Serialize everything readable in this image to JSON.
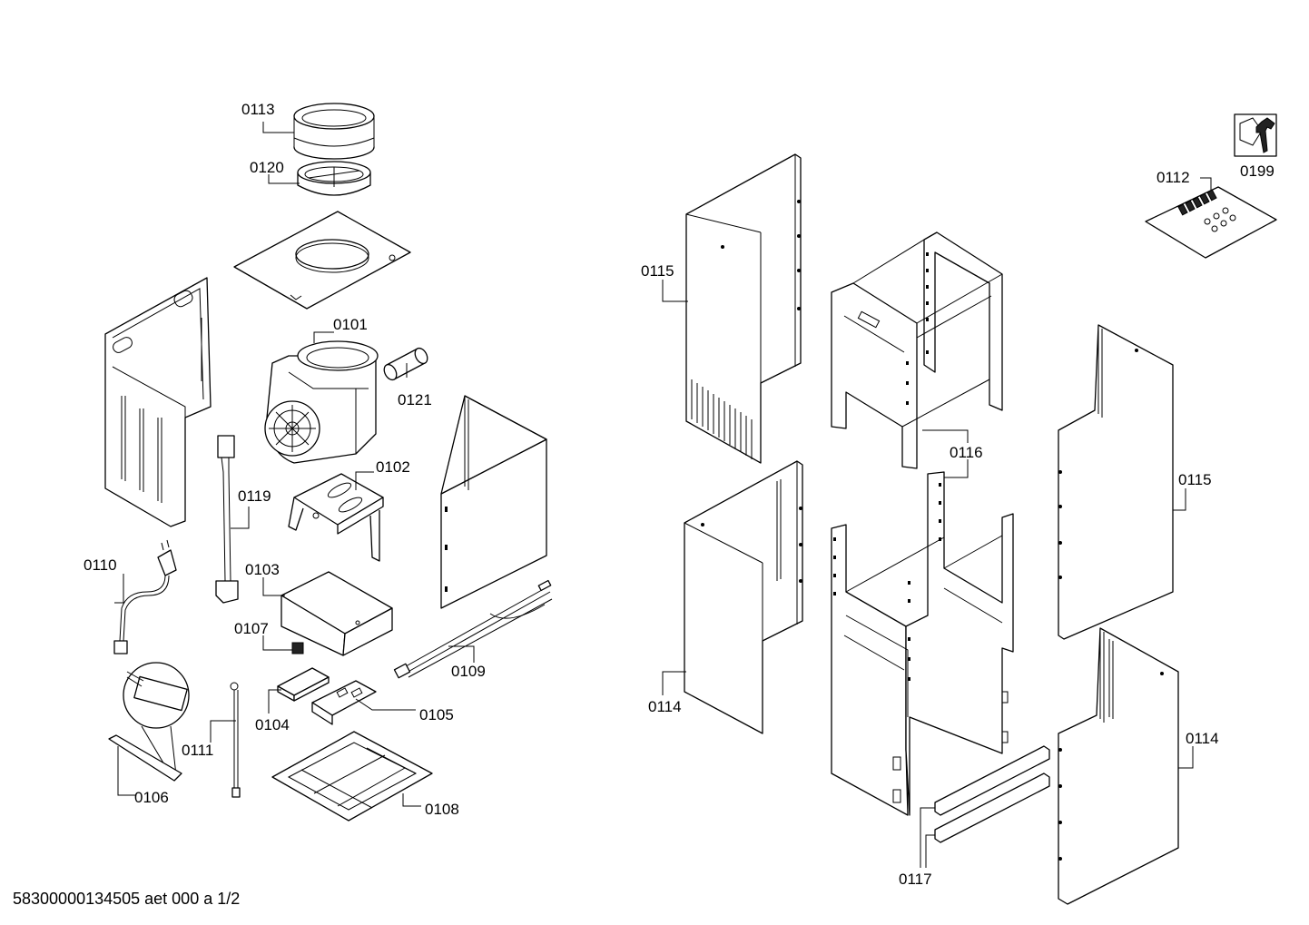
{
  "document_id": "58300000134505 aet 000 a 1/2",
  "parts": {
    "p0101": "0101",
    "p0102": "0102",
    "p0103": "0103",
    "p0104": "0104",
    "p0105": "0105",
    "p0106": "0106",
    "p0107": "0107",
    "p0108": "0108",
    "p0109": "0109",
    "p0110": "0110",
    "p0111": "0111",
    "p0112": "0112",
    "p0113": "0113",
    "p0114a": "0114",
    "p0114b": "0114",
    "p0115a": "0115",
    "p0115b": "0115",
    "p0116": "0116",
    "p0117": "0117",
    "p0119": "0119",
    "p0120": "0120",
    "p0121": "0121",
    "p0199": "0199"
  }
}
